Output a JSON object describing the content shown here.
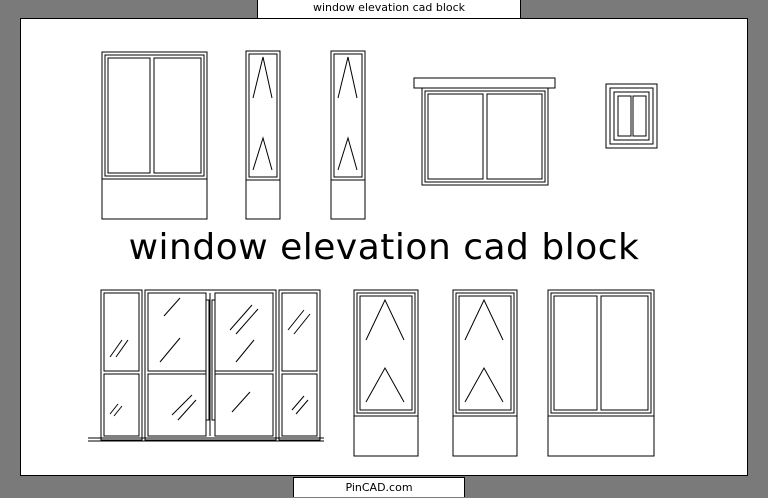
{
  "header": {
    "caption": "window elevation cad block"
  },
  "drawing": {
    "title": "window elevation cad block"
  },
  "footer": {
    "watermark": "PinCAD.com"
  },
  "colors": {
    "background": "#7a7a7a",
    "sheet": "#ffffff",
    "line": "#000000"
  }
}
